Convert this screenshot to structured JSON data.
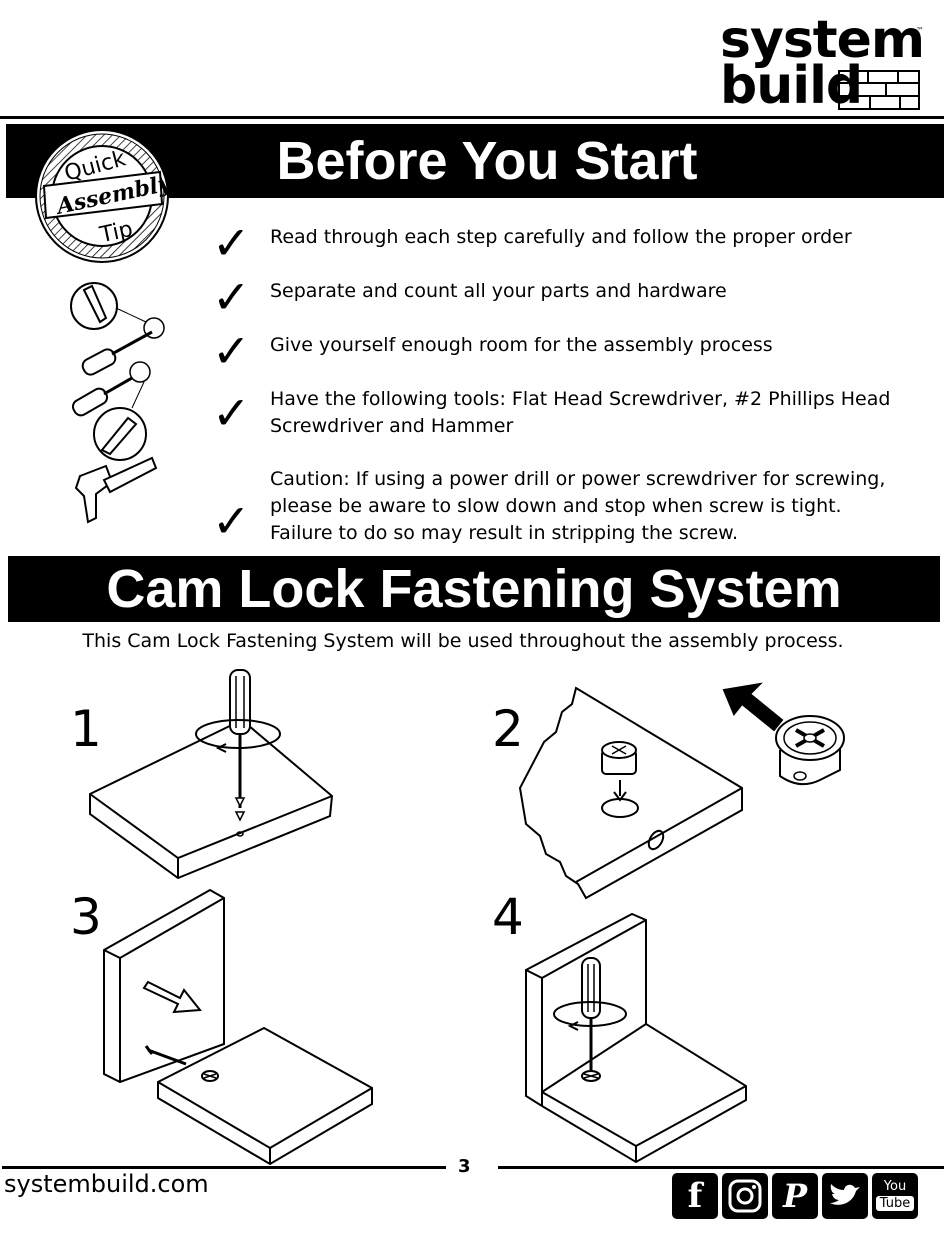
{
  "logo": {
    "line1": "system",
    "line2": "build",
    "tm": "™"
  },
  "badge": {
    "top": "Quick",
    "middle": "Assembly",
    "bottom": "Tip"
  },
  "section1": {
    "title": "Before You Start",
    "checklist": [
      "Read through each step carefully and follow the proper order",
      "Separate and count all your parts and hardware",
      "Give yourself enough room for the assembly process",
      "Have the following tools: Flat Head Screwdriver, #2 Phillips Head Screwdriver and Hammer",
      "Caution: If using a power drill or power screwdriver for screwing, please be aware to slow down and stop when screw is tight. Failure to do so may result in stripping the screw."
    ]
  },
  "section2": {
    "title": "Cam Lock Fastening System",
    "intro": "This Cam Lock Fastening System will be used throughout the assembly process.",
    "steps": [
      "1",
      "2",
      "3",
      "4"
    ]
  },
  "footer": {
    "site": "systembuild.com",
    "page": "3",
    "social": [
      "facebook-icon",
      "instagram-icon",
      "pinterest-icon",
      "twitter-icon",
      "youtube-icon"
    ],
    "youtube_label_1": "You",
    "youtube_label_2": "Tube"
  }
}
